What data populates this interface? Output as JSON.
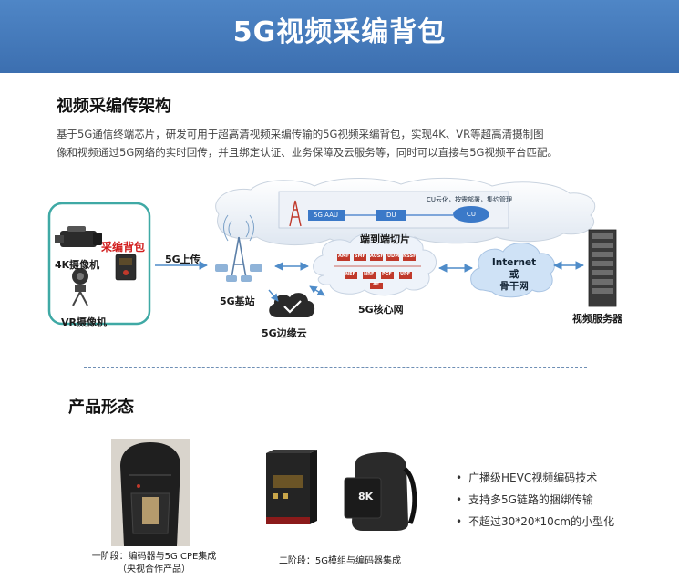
{
  "banner": {
    "title": "5G视频采编背包",
    "color": "#4a7fc1"
  },
  "section1": {
    "title": "视频采编传架构",
    "intro_line1": "基于5G通信终端芯片，研发可用于超高清视频采编传输的5G视频采编背包，实现4K、VR等超高清摄制图",
    "intro_line2": "像和视频通过5G网络的实时回传，并且绑定认证、业务保障及云服务等，同时可以直接与5G视频平台匹配。"
  },
  "diagram": {
    "camera_4k": "4K摄像机",
    "backpack": "采编背包",
    "camera_vr": "VR摄像机",
    "upload": "5G上传",
    "base_station": "5G基站",
    "edge_cloud": "5G边缘云",
    "slicing": "端到端切片",
    "core_network": "5G核心网",
    "internet": "Internet",
    "or": "或",
    "backbone": "骨干网",
    "video_server": "视频服务器",
    "top_cloud": {
      "aau": "5G AAU",
      "du": "DU",
      "cu": "CU",
      "cu_note": "CU云化，按需部署，集约管理"
    },
    "core_boxes": [
      "AMF",
      "SMF",
      "AUSF",
      "UDM",
      "NSSF",
      "NEF",
      "NRF",
      "PCF",
      "UPF",
      "AF"
    ],
    "accent_teal": "#3fa9a5",
    "accent_red": "#d21e1e"
  },
  "section2": {
    "title": "产品形态",
    "caption1_line1": "一阶段：编码器与5G CPE集成",
    "caption1_line2": "（央视合作产品）",
    "caption2": "二阶段：5G模组与编码器集成",
    "device_badge": "8K",
    "bullets": [
      "广播级HEVC视频编码技术",
      "支持多5G链路的捆绑传输",
      "不超过30*20*10cm的小型化"
    ]
  }
}
